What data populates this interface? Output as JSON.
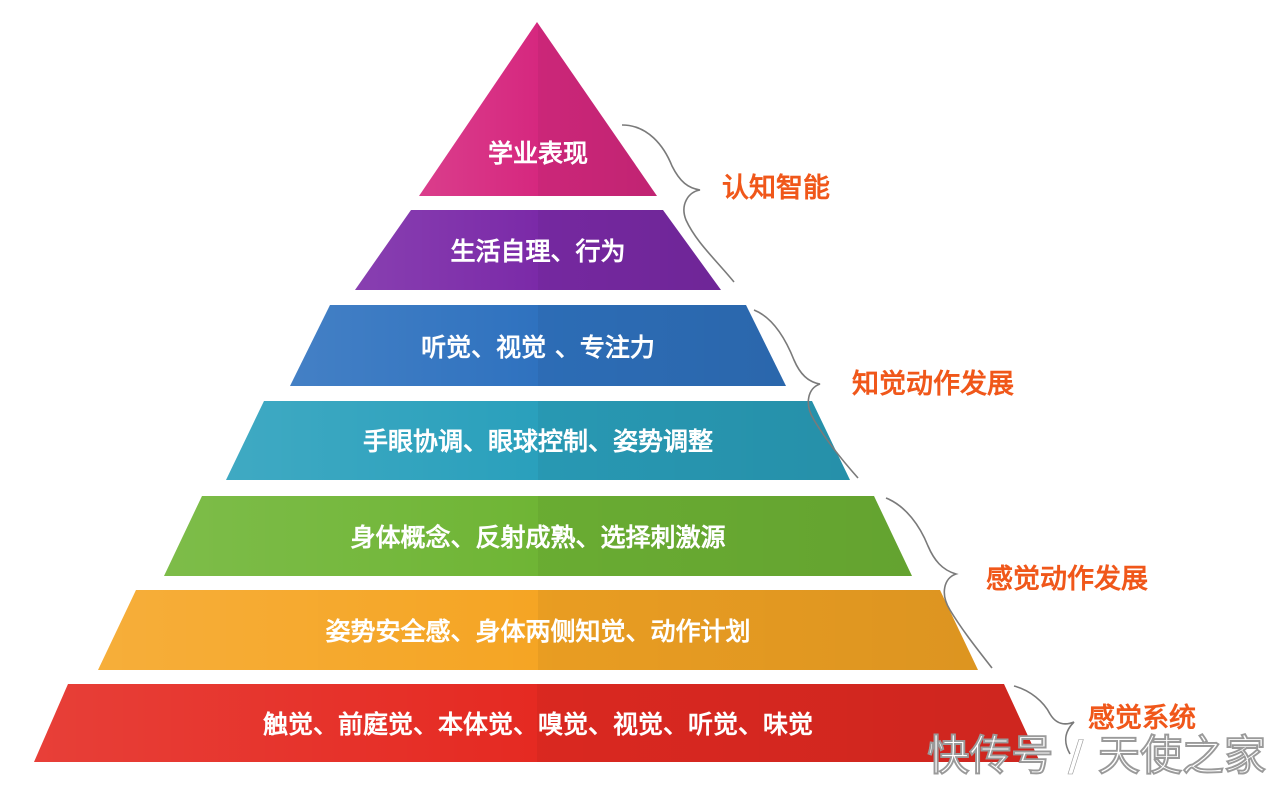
{
  "pyramid": {
    "tiers": [
      {
        "label": "学业表现",
        "color": "#d6287f"
      },
      {
        "label": "生活自理、行为",
        "color": "#7b2aa8"
      },
      {
        "label": "听觉、视觉 、专注力",
        "color": "#2f72bf"
      },
      {
        "label": "手眼协调、眼球控制、姿势调整",
        "color": "#2aa0bc"
      },
      {
        "label": "身体概念、反射成熟、选择刺激源",
        "color": "#6fb535"
      },
      {
        "label": "姿势安全感、身体两侧知觉、动作计划",
        "color": "#f5a524"
      },
      {
        "label": "触觉、前庭觉、本体觉、嗅觉、视觉、听觉、味觉",
        "color": "#e52a22"
      }
    ]
  },
  "groups": [
    {
      "label": "认知智能",
      "color": "#f0571a"
    },
    {
      "label": "知觉动作发展",
      "color": "#f0571a"
    },
    {
      "label": "感觉动作发展",
      "color": "#f0571a"
    },
    {
      "label": "感觉系统",
      "color": "#f0571a"
    }
  ],
  "watermark": {
    "text": "快传号 / 天使之家"
  }
}
